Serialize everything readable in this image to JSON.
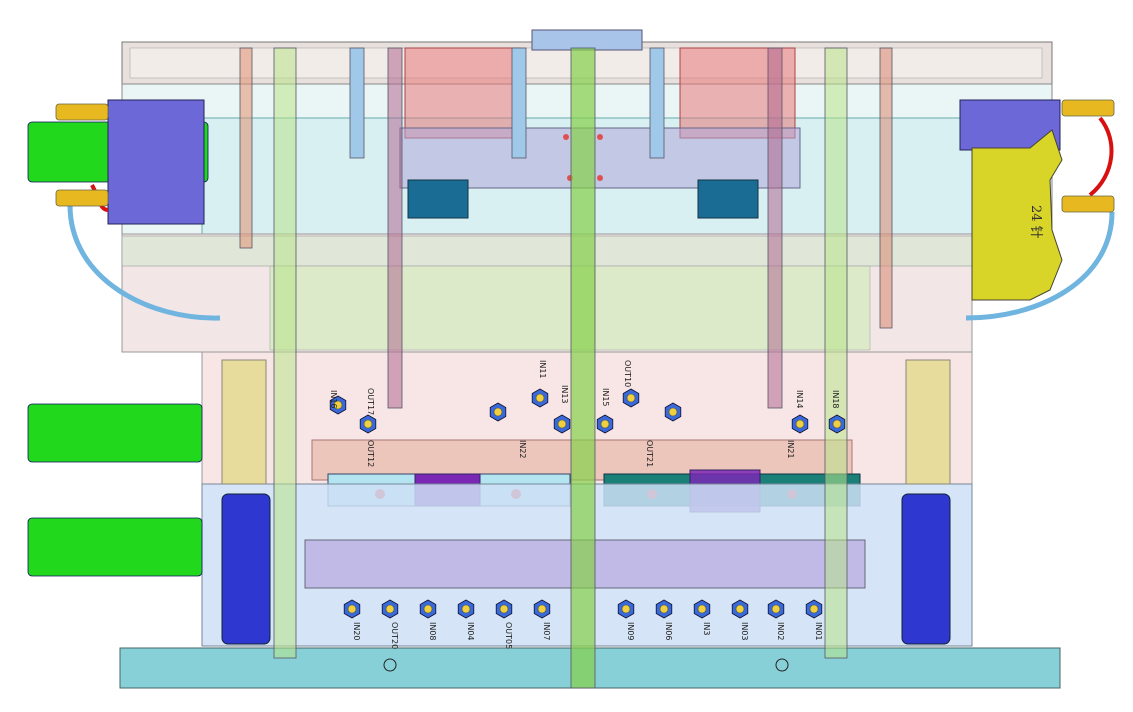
{
  "labels": {
    "connector": "24 针",
    "top_left": [
      "IN16",
      "OUT17",
      "OUT12"
    ],
    "top_mid": [
      "IN11",
      "IN13",
      "OUT10",
      "IN15"
    ],
    "top_right": [
      "IN14",
      "IN18"
    ],
    "mid": [
      "IN22",
      "OUT21",
      "IN21"
    ],
    "bottom": [
      "IN20",
      "OUT20",
      "IN08",
      "IN04",
      "OUT05",
      "IN07",
      "IN09",
      "IN06",
      "IN3",
      "IN03",
      "IN02",
      "IN01"
    ]
  },
  "colors": {
    "plate_top": "#d8ccc4",
    "body_pink": "#f4d8d8",
    "cyan_plate": "#9ad8e0",
    "hose_green": "#2ad21a",
    "manifold_blue": "#6c68d8",
    "connector_yellow": "#d4d430",
    "base_cyan": "#7cc8d0",
    "ejector_green": "#a8e088",
    "cooling_red": "#e05050"
  }
}
